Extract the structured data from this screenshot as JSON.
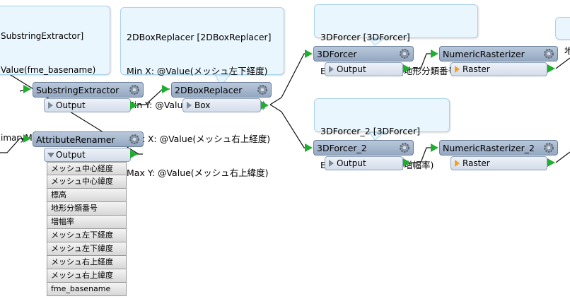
{
  "notes": {
    "substring": [
      "SubstringExtractor]",
      "Value(fme_basename)",
      "",
      "imaryMesh"
    ],
    "box_replacer": [
      "2DBoxReplacer [2DBoxReplacer]",
      "Min X: @Value(メッシュ左下経度)",
      "Min Y: @Value(メッシュ左下緯度)",
      "Max X: @Value(メッシュ右上経度)",
      "Max Y: @Value(メッシュ右上緯度)"
    ],
    "forcer": [
      "3DForcer [3DForcer]",
      "Elevation: @Value(地形分類番号)"
    ],
    "forcer2": [
      "3DForcer_2 [3DForcer]",
      "Elevation: @Value(増幅率)"
    ],
    "edge": "地"
  },
  "nodes": {
    "substring_extractor": {
      "title": "SubstringExtractor",
      "port": "Output"
    },
    "box_replacer": {
      "title": "2DBoxReplacer",
      "port": "Box"
    },
    "forcer": {
      "title": "3DForcer",
      "port": "Output"
    },
    "rasterizer": {
      "title": "NumericRasterizer",
      "port": "Raster"
    },
    "attribute_renamer": {
      "title": "AttributeRenamer",
      "port": "Output"
    },
    "forcer2": {
      "title": "3DForcer_2",
      "port": "Output"
    },
    "rasterizer2": {
      "title": "NumericRasterizer_2",
      "port": "Raster"
    }
  },
  "attributes": [
    "メッシュ中心経度",
    "メッシュ中心緯度",
    "標高",
    "地形分類番号",
    "増幅率",
    "メッシュ左下経度",
    "メッシュ左下緯度",
    "メッシュ右上経度",
    "メッシュ右上緯度",
    "fme_basename"
  ],
  "colors": {
    "connection": "#1fae2f",
    "node_header": "#a9bad1",
    "annotation": "#eaf6fd",
    "raster_port": "#f0a21b"
  },
  "icons": {
    "transformer_settings": "gear-icon",
    "port_collapsed": "triangle-right-icon",
    "port_expanded": "triangle-down-icon",
    "raster_port": "raster-triangle-icon"
  }
}
